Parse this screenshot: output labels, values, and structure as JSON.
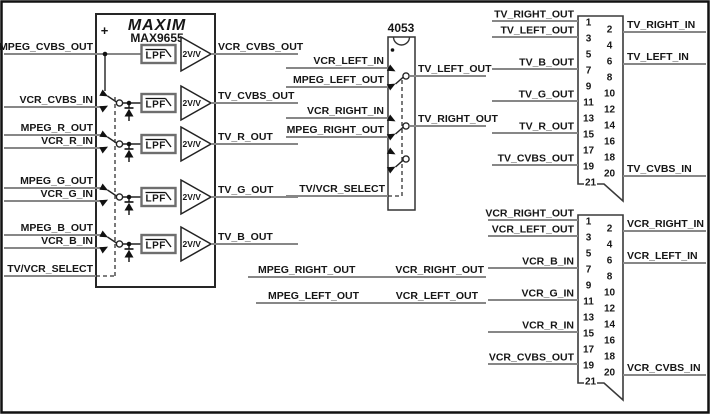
{
  "max9655": {
    "logo": "MAXIM",
    "part": "MAX9655",
    "plus_sign": "+",
    "lpf_label": "LPF",
    "gain_label": "2V/V",
    "inputs": [
      "MPEG_CVBS_OUT",
      "VCR_CVBS_IN",
      "MPEG_R_OUT",
      "VCR_R_IN",
      "MPEG_G_OUT",
      "VCR_G_IN",
      "MPEG_B_OUT",
      "VCR_B_IN"
    ],
    "select": "TV/VCR_SELECT",
    "outputs": [
      "VCR_CVBS_OUT",
      "TV_CVBS_OUT",
      "TV_R_OUT",
      "TV_G_OUT",
      "TV_B_OUT"
    ]
  },
  "mux4053": {
    "part": "4053",
    "inputs": [
      "VCR_LEFT_IN",
      "MPEG_LEFT_OUT",
      "VCR_RIGHT_IN",
      "MPEG_RIGHT_OUT"
    ],
    "select": "TV/VCR_SELECT",
    "outputs": [
      "TV_LEFT_OUT",
      "TV_RIGHT_OUT"
    ]
  },
  "audio_links": [
    {
      "from": "MPEG_RIGHT_OUT",
      "to": "VCR_RIGHT_OUT"
    },
    {
      "from": "MPEG_LEFT_OUT",
      "to": "VCR_LEFT_OUT"
    }
  ],
  "scart": {
    "pin_numbers": [
      "1",
      "2",
      "3",
      "4",
      "5",
      "6",
      "7",
      "8",
      "9",
      "10",
      "11",
      "12",
      "13",
      "14",
      "15",
      "16",
      "17",
      "18",
      "19",
      "20",
      "21"
    ]
  },
  "scart_tv": {
    "left_labels": [
      "TV_RIGHT_OUT",
      "TV_LEFT_OUT",
      "TV_B_OUT",
      "TV_G_OUT",
      "TV_R_OUT",
      "TV_CVBS_OUT"
    ],
    "right_labels": [
      "TV_RIGHT_IN",
      "TV_LEFT_IN",
      "TV_CVBS_IN"
    ]
  },
  "scart_vcr": {
    "left_labels": [
      "VCR_RIGHT_OUT",
      "VCR_LEFT_OUT",
      "VCR_B_IN",
      "VCR_G_IN",
      "VCR_R_IN",
      "VCR_CVBS_OUT"
    ],
    "right_labels": [
      "VCR_RIGHT_IN",
      "VCR_LEFT_IN",
      "VCR_CVBS_IN"
    ]
  },
  "colors": {
    "wire": "#878787",
    "ink": "#161616",
    "background": "#ffffff"
  }
}
